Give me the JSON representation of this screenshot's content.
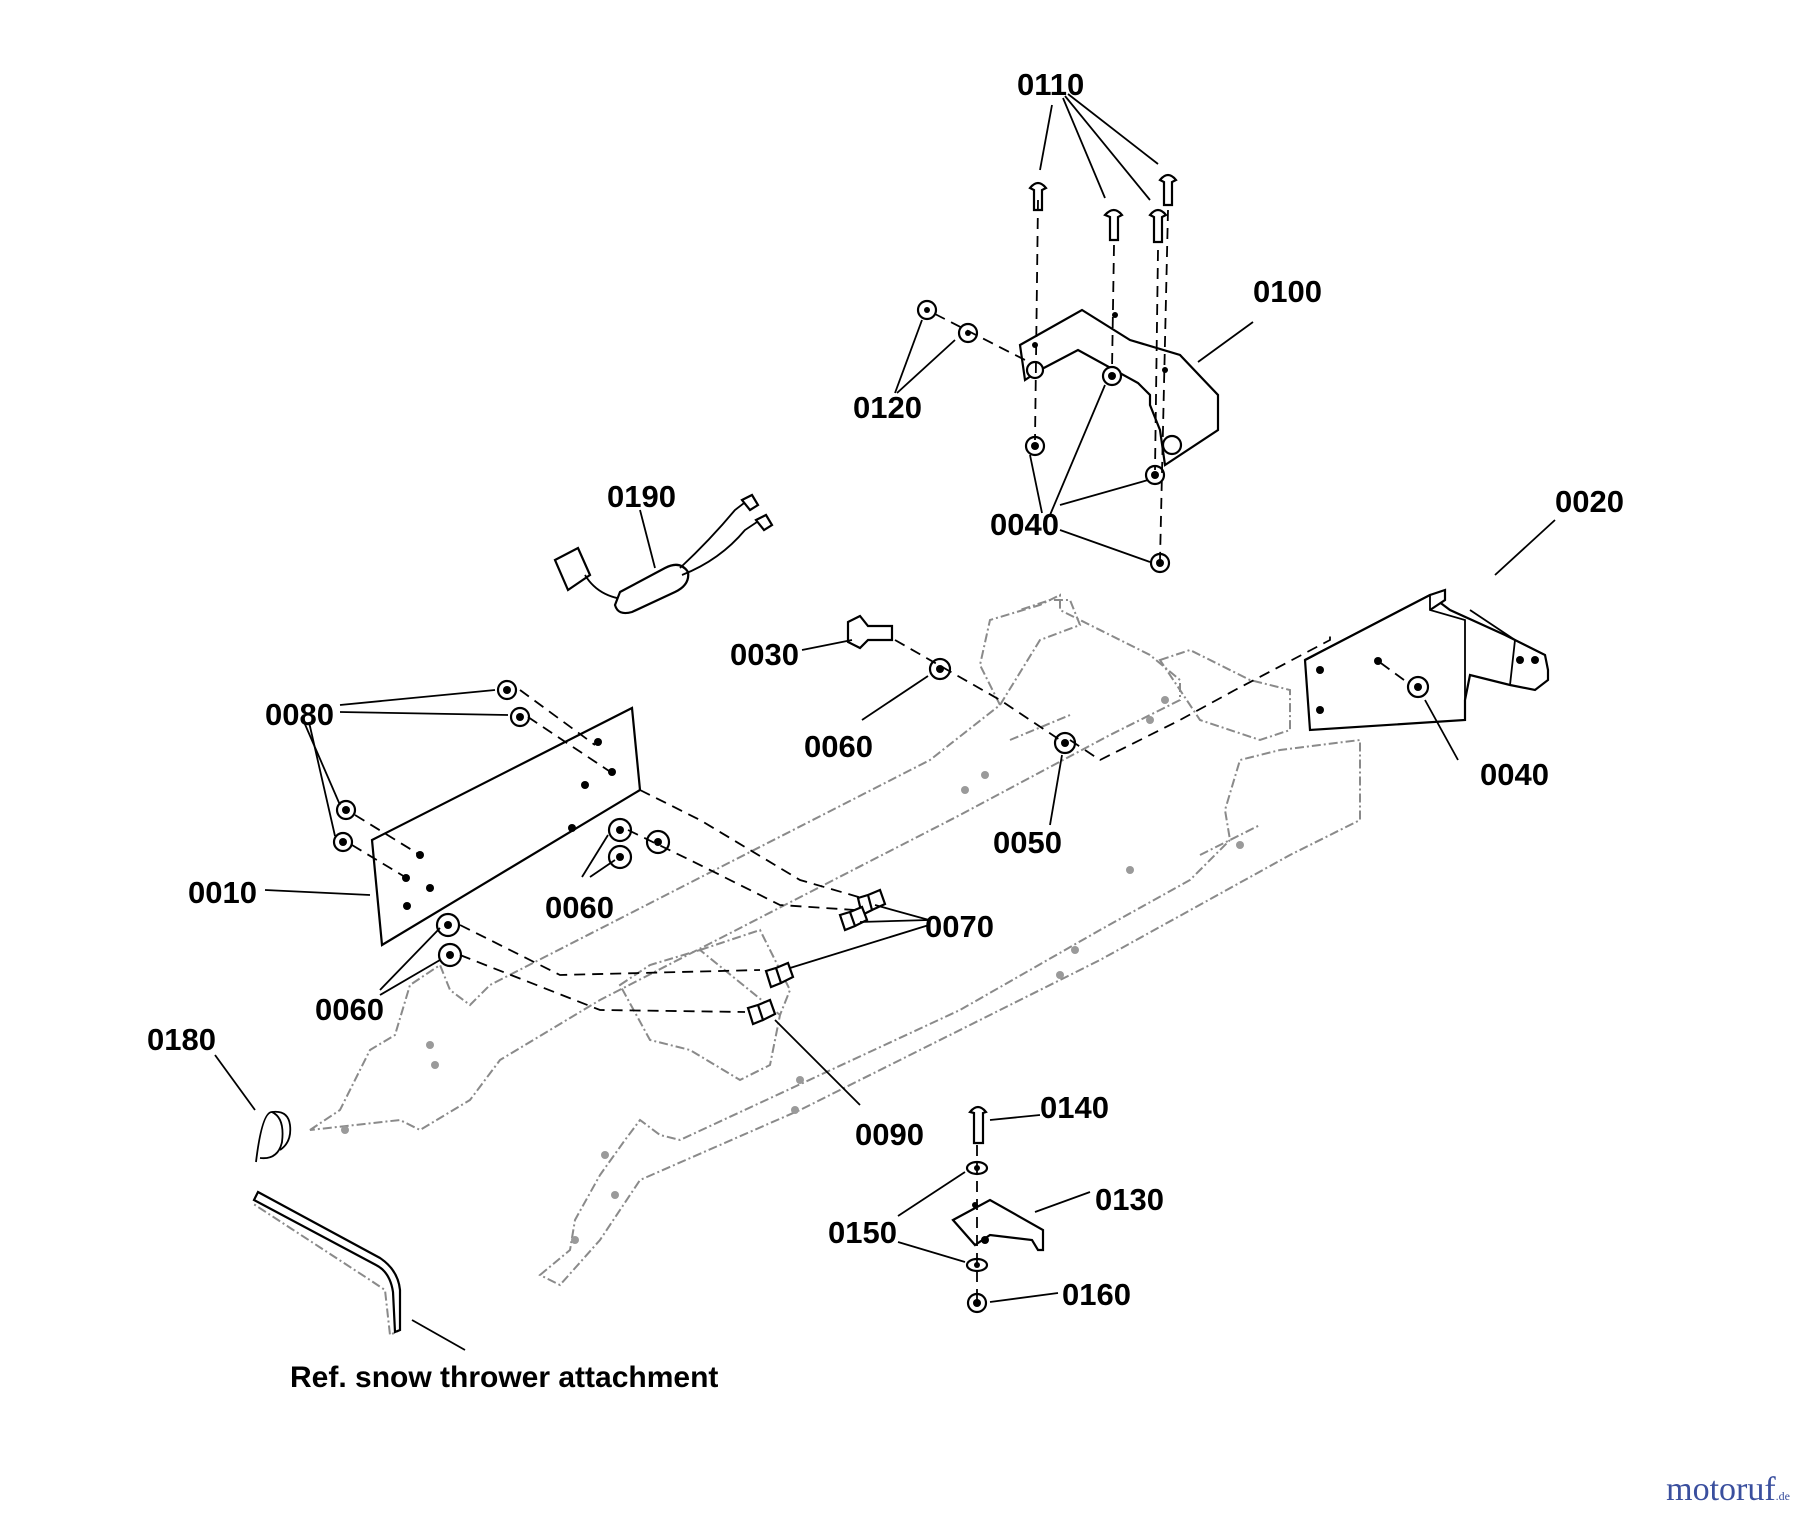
{
  "callouts": {
    "c0110": "0110",
    "c0100": "0100",
    "c0120": "0120",
    "c0190": "0190",
    "c0040a": "0040",
    "c0020": "0020",
    "c0030": "0030",
    "c0060a": "0060",
    "c0080": "0080",
    "c0040b": "0040",
    "c0050": "0050",
    "c0010": "0010",
    "c0060b": "0060",
    "c0070": "0070",
    "c0060c": "0060",
    "c0180": "0180",
    "c0090": "0090",
    "c0140": "0140",
    "c0130": "0130",
    "c0150": "0150",
    "c0160": "0160"
  },
  "caption": "Ref. snow thrower attachment",
  "watermark": {
    "brand": "motoruf",
    "tld": ".de"
  },
  "colors": {
    "ink": "#000000",
    "reference_part": "#8a8a8a",
    "watermark": "#3a4f9e"
  }
}
